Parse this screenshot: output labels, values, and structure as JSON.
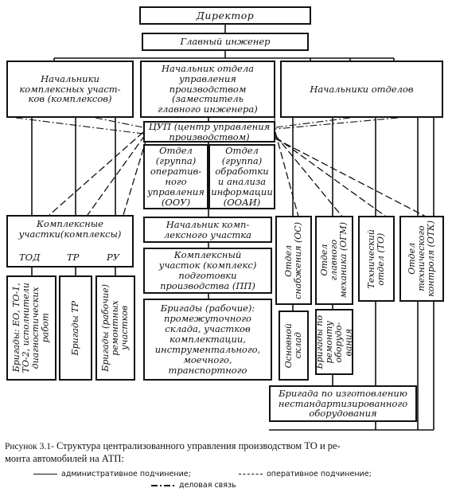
{
  "diagram": {
    "director": "Директор",
    "chief_engineer": "Главный инженер",
    "complex_heads": "Начальники\nкомплексных участ-\nков (комплексов)",
    "production_head": "Начальник отдела\nуправления\nпроизводством\n(заместитель\nглавного инженера)",
    "dept_heads": "Начальники отделов",
    "cup": "ЦУП (центр управления\nпроизводством)",
    "oou": "Отдел\n(группа)\nоператив-\nного\nуправления\n(ООУ)",
    "ooai": "Отдел\n(группа)\nобработки\nи анализа\nинформации\n(ООАИ)",
    "complex_sections": "Комплексные\nучастки(комплексы)",
    "tod": "ТОД",
    "tr": "ТР",
    "ru": "РУ",
    "brig_tod": "Бригады: ЕО, ТО-1,\nТО-2, исполнители\nдиагностических\nработ",
    "brig_tr": "Бригады ТР",
    "brig_ru": "Бригады (рабочие)\nремонтных\nучастков",
    "complex_section_head": "Начальник комп-\nлексного участка",
    "prep_section": "Комплексный\nучасток (комплекс)\nподготовки\nпроизводства (ПП)",
    "brig_workers": "Бригады (рабочие):\nпромежуточного\nсклада, участков\nкомплектации,\nинструментального,\nмоечного,\nтранспортного",
    "os": "Отдел\nснабжения (ОС)",
    "ogm": "Отдел\nглавного\nмеханика (ОГМ)",
    "to_dept": "Технический\nотдел (ТО)",
    "otk": "Отдел\nтехнического\nконтроля (ОТК)",
    "main_warehouse": "Основной\nсклад",
    "brig_repair": "Бригады по\nремонту\nоборудо-\nвания",
    "brig_nonstd": "Бригада по изготовлению\nнестандартизированного\nоборудования"
  },
  "caption": {
    "label": "Рисунок 3.1-",
    "text": "Структура централизованного управления производством ТО и ре-\nмонта автомобилей на АТП:"
  },
  "legend": {
    "admin": "административное подчинение;",
    "operative": "оперативное подчинение;",
    "business": "деловая связь"
  }
}
